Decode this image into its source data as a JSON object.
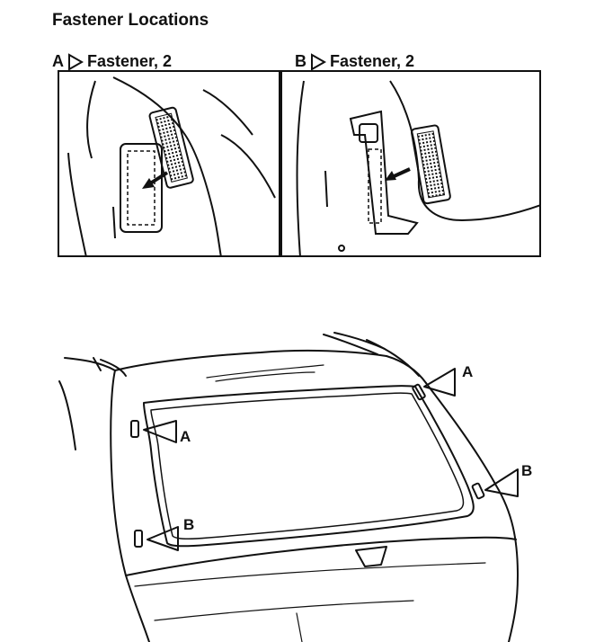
{
  "title": "Fastener Locations",
  "panels": {
    "a": {
      "letter": "A",
      "text": "Fastener, 2"
    },
    "b": {
      "letter": "B",
      "text": "Fastener, 2"
    }
  },
  "callouts": {
    "upper_right": "A",
    "left": "A",
    "lower_left": "B",
    "right": "B"
  },
  "colors": {
    "ink": "#111111",
    "paper": "#ffffff"
  }
}
